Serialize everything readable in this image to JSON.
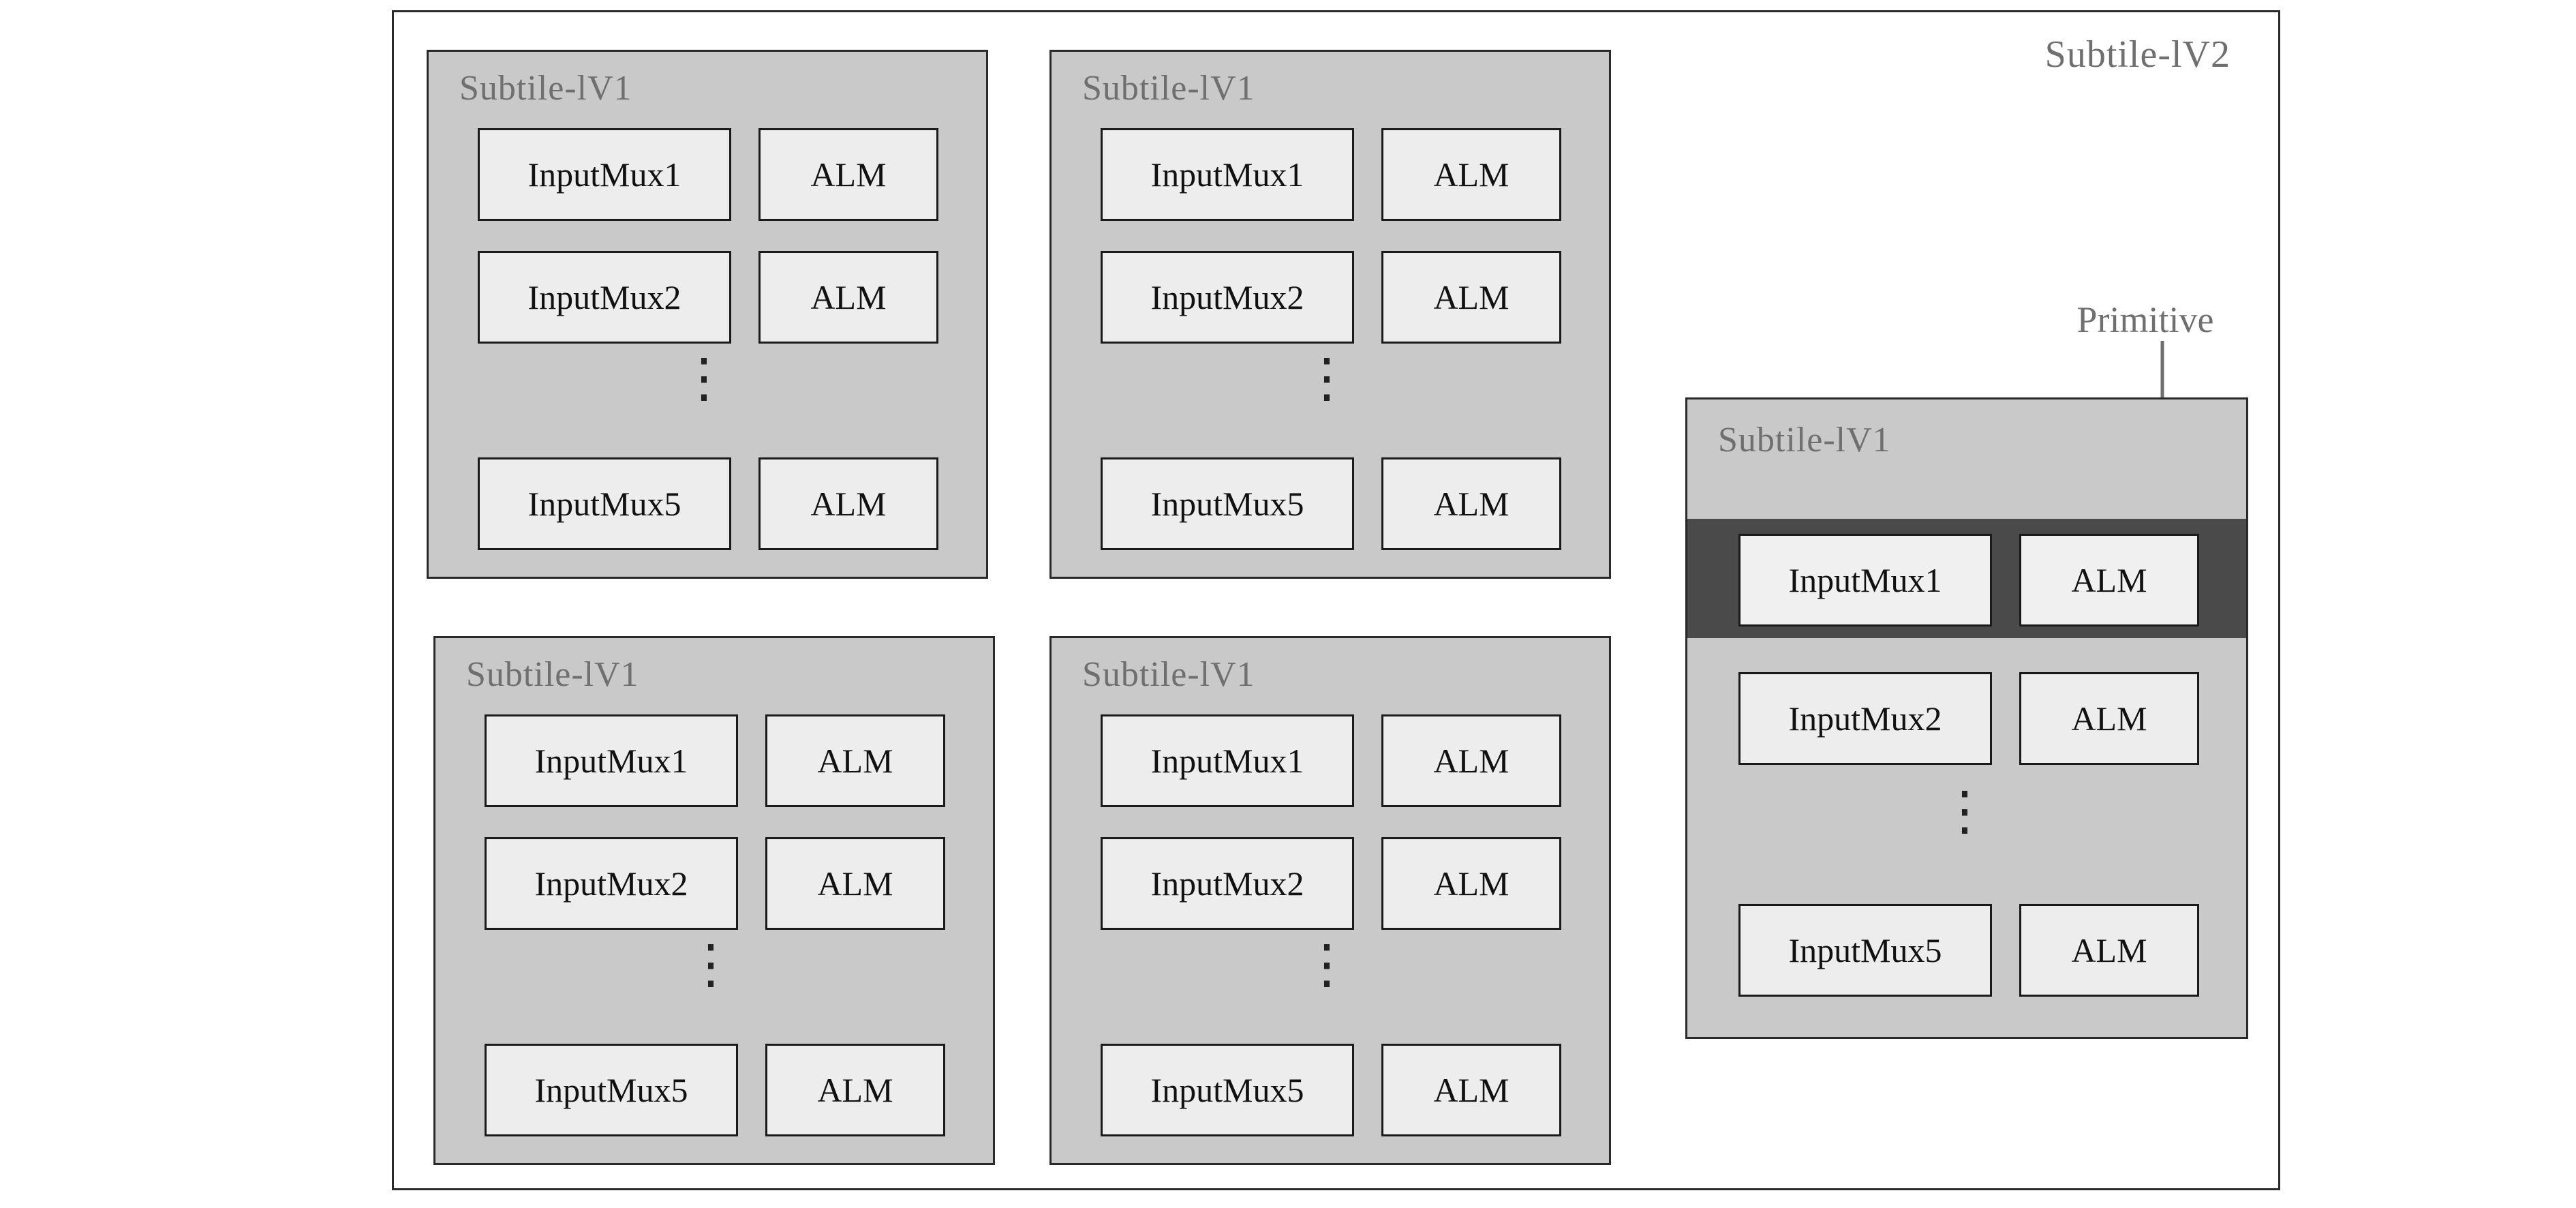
{
  "diagram": {
    "outer_label": "Subtile-lV2",
    "subtile_label": "Subtile-lV1",
    "primitive_label": "Primitive",
    "ellipsis": "⋮",
    "rows": [
      {
        "mux": "InputMux1",
        "alm": "ALM"
      },
      {
        "mux": "InputMux2",
        "alm": "ALM"
      },
      {
        "mux": "InputMux5",
        "alm": "ALM"
      }
    ],
    "colors": {
      "subtile_fill": "#c9c9c9",
      "cell_fill": "#ededed",
      "highlight_fill": "#4a4a4a",
      "label_gray": "#6f6f6f",
      "border_dark": "#2a2a2a"
    }
  }
}
